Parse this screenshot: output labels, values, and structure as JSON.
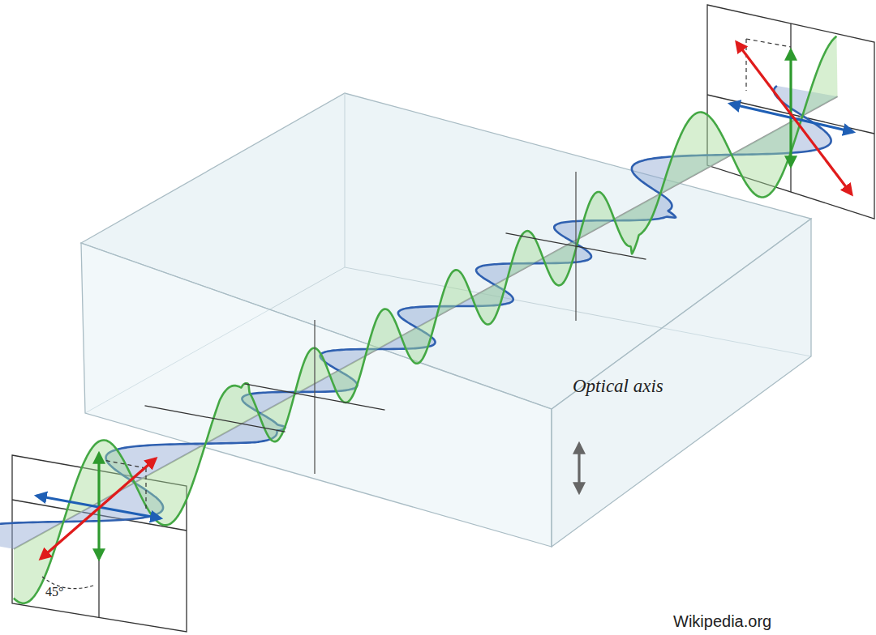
{
  "diagram": {
    "labels": [
      "45°",
      "Optical axis",
      "Wikipedia.org"
    ]
  }
}
